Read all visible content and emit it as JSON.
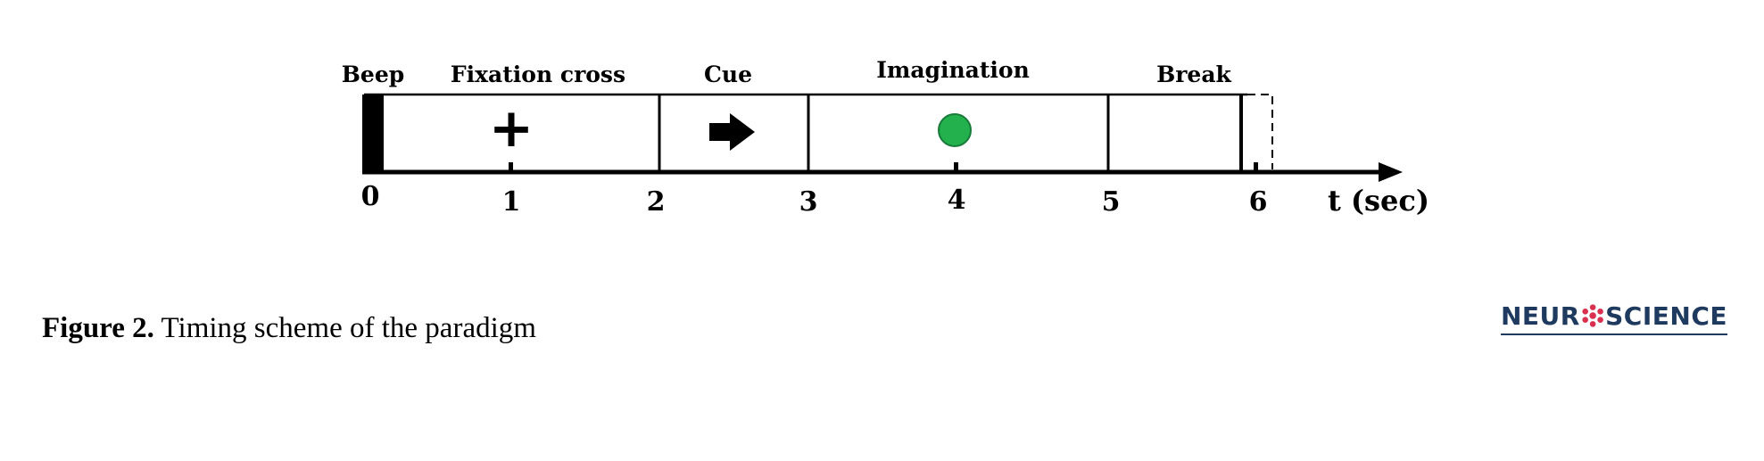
{
  "diagram": {
    "phases": [
      {
        "label": "Beep"
      },
      {
        "label": "Fixation cross"
      },
      {
        "label": "Cue"
      },
      {
        "label": "Imagination"
      },
      {
        "label": "Break"
      }
    ],
    "ticks": [
      "0",
      "1",
      "2",
      "3",
      "4",
      "5",
      "6"
    ],
    "axis_label": "t (sec)",
    "fixation_symbol": "+",
    "cue_symbol": "arrow-right-icon",
    "imagination_dot_color": "#22b14c",
    "imagination_dot_stroke": "#1a7a3a"
  },
  "caption": {
    "label": "Figure 2.",
    "text": "Timing scheme of the paradigm"
  },
  "logo": {
    "part1": "NEUR",
    "part2": "SCIENCE"
  }
}
